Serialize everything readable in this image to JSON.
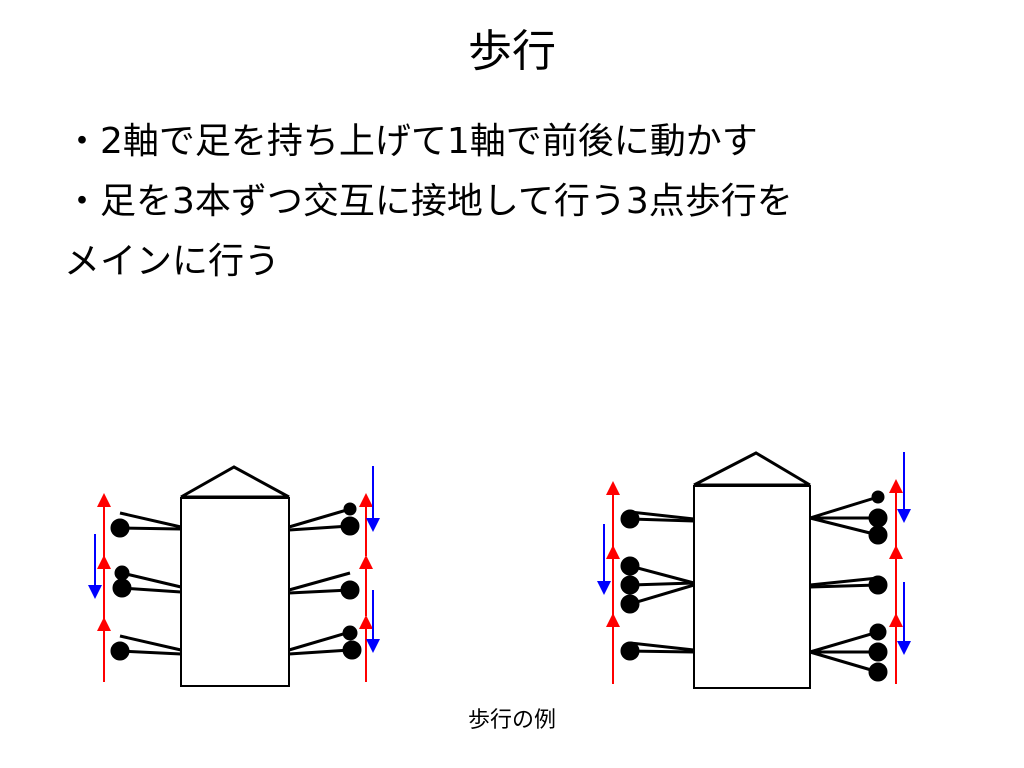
{
  "slide": {
    "title": "歩行",
    "bullets": [
      "・2軸で足を持ち上げて1軸で前後に動かす",
      "・足を3本ずつ交互に接地して行う3点歩行を",
      "メインに行う"
    ],
    "caption": "歩行の例"
  },
  "colors": {
    "up_arrow": "#ff0000",
    "down_arrow": "#0000ff",
    "ink": "#000000"
  }
}
